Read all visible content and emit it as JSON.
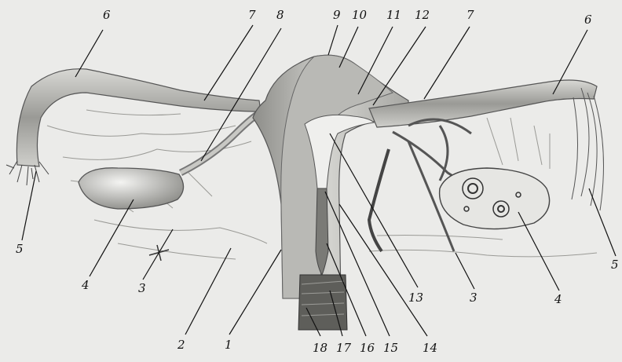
{
  "labels": {
    "l1": "1",
    "l2": "2",
    "l3a": "3",
    "l3b": "3",
    "l4a": "4",
    "l4b": "4",
    "l5a": "5",
    "l5b": "5",
    "l6a": "6",
    "l6b": "6",
    "l7a": "7",
    "l7b": "7",
    "l8": "8",
    "l9": "9",
    "l10": "10",
    "l11": "11",
    "l12": "12",
    "l13": "13",
    "l14": "14",
    "l15": "15",
    "l16": "16",
    "l17": "17",
    "l18": "18"
  }
}
